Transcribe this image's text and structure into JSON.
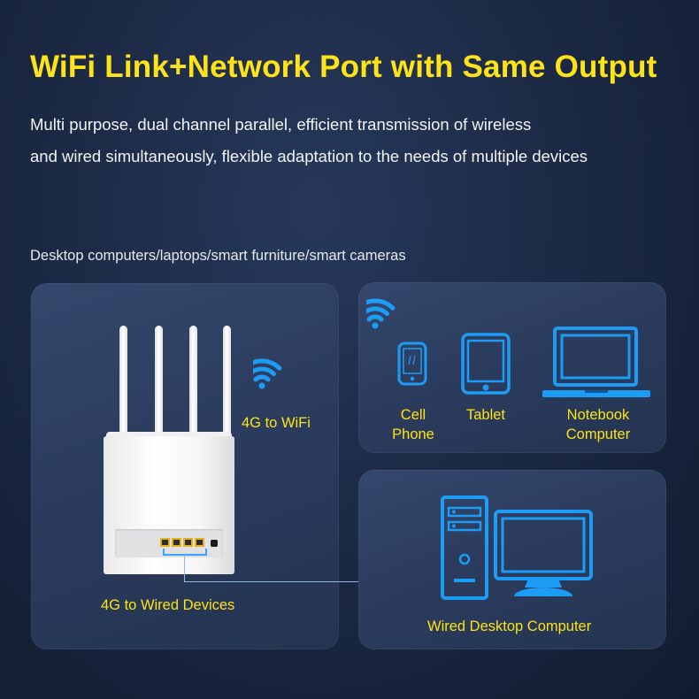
{
  "header": {
    "title": "WiFi Link+Network Port with Same Output",
    "subtitle_line1": "Multi purpose, dual channel parallel, efficient transmission of wireless",
    "subtitle_line2": "and wired simultaneously, flexible adaptation to the needs of multiple devices"
  },
  "caption": "Desktop computers/laptops/smart furniture/smart cameras",
  "router_panel": {
    "wifi_label": "4G to WiFi",
    "wired_label": "4G to Wired Devices"
  },
  "wireless_panel": {
    "devices": [
      {
        "line1": "Cell",
        "line2": "Phone",
        "icon": "cell-phone-icon"
      },
      {
        "line1": "Tablet",
        "line2": "",
        "icon": "tablet-icon"
      },
      {
        "line1": "Notebook",
        "line2": "Computer",
        "icon": "laptop-icon"
      }
    ]
  },
  "wired_panel": {
    "label": "Wired Desktop Computer",
    "icon": "desktop-computer-icon"
  },
  "colors": {
    "title": "#fde318",
    "label": "#fde318",
    "icon_blue": "#1d9cf5",
    "background": "#1a2741",
    "panel": "#2e4064"
  }
}
